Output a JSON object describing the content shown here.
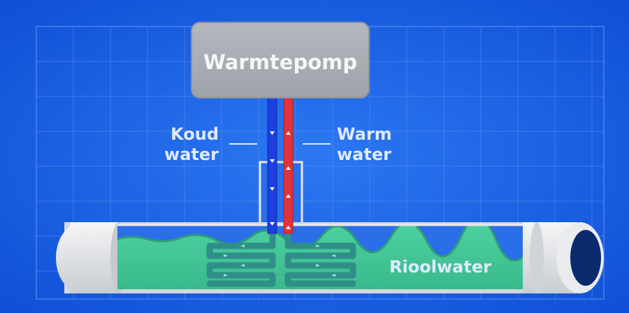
{
  "labels": {
    "heat_pump": "Warmtepomp",
    "cold_line1": "Koud",
    "cold_line2": "water",
    "warm_line1": "Warm",
    "warm_line2": "water",
    "sewer": "Rioolwater"
  },
  "colors": {
    "background": "#1560e8",
    "grid": "#5b8ff0",
    "heat_pump_box": "#a9adb4",
    "cold_pipe": "#1d3fe0",
    "warm_pipe": "#e0343a",
    "sewage_water": "#45c99a",
    "pipe_shell": "#e6e8ea",
    "label_text": "#dfeaff"
  }
}
